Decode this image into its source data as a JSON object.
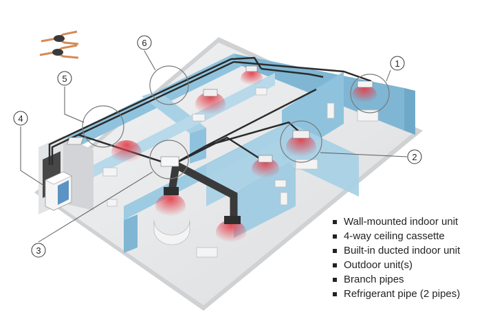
{
  "callouts": [
    {
      "number": "1",
      "refers_to": "Wall-mounted indoor unit"
    },
    {
      "number": "2",
      "refers_to": "4-way ceiling cassette"
    },
    {
      "number": "3",
      "refers_to": "Built-in ducted indoor unit"
    },
    {
      "number": "4",
      "refers_to": "Outdoor unit(s)"
    },
    {
      "number": "5",
      "refers_to": "Branch pipes"
    },
    {
      "number": "6",
      "refers_to": "Refrigerant pipe (2 pipes)"
    }
  ],
  "legend": [
    {
      "label": "Wall-mounted indoor unit"
    },
    {
      "label": "4-way ceiling cassette"
    },
    {
      "label": "Built-in ducted indoor unit"
    },
    {
      "label": "Outdoor unit(s)"
    },
    {
      "label": "Branch pipes"
    },
    {
      "label": "Refrigerant pipe (2 pipes)"
    }
  ],
  "colors": {
    "wall_blue": "#8fc3dd",
    "wall_blue_dark": "#6fa9c9",
    "floor": "#e9eaeb",
    "pipe": "#2b2b2b",
    "duct": "#3a3a3a",
    "airflow": "#e3424d",
    "branch_copper": "#d58a55"
  }
}
